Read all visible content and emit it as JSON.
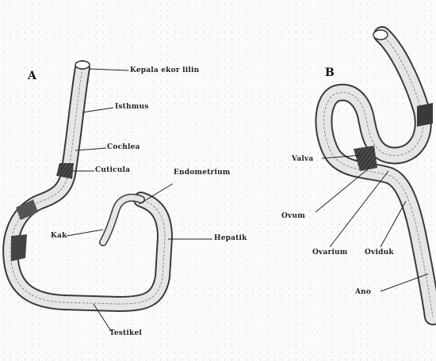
{
  "panels": {
    "a": "A",
    "b": "B"
  },
  "labels_a": {
    "ductus_head": "Kepala ekor lilin",
    "duct_upper": "Isthmus",
    "duct_mid": "Cochlea",
    "ring_band": "Cuticula",
    "left_node": "Kak",
    "loop_top": "Endometrium",
    "loop_right": "Hepatik",
    "bottom": "Testikel"
  },
  "labels_b": {
    "valve": "Valva",
    "lower_left": "Ovum",
    "mid_center": "Ovarium",
    "mid_right": "Oviduk",
    "bottom_right": "Ano"
  }
}
